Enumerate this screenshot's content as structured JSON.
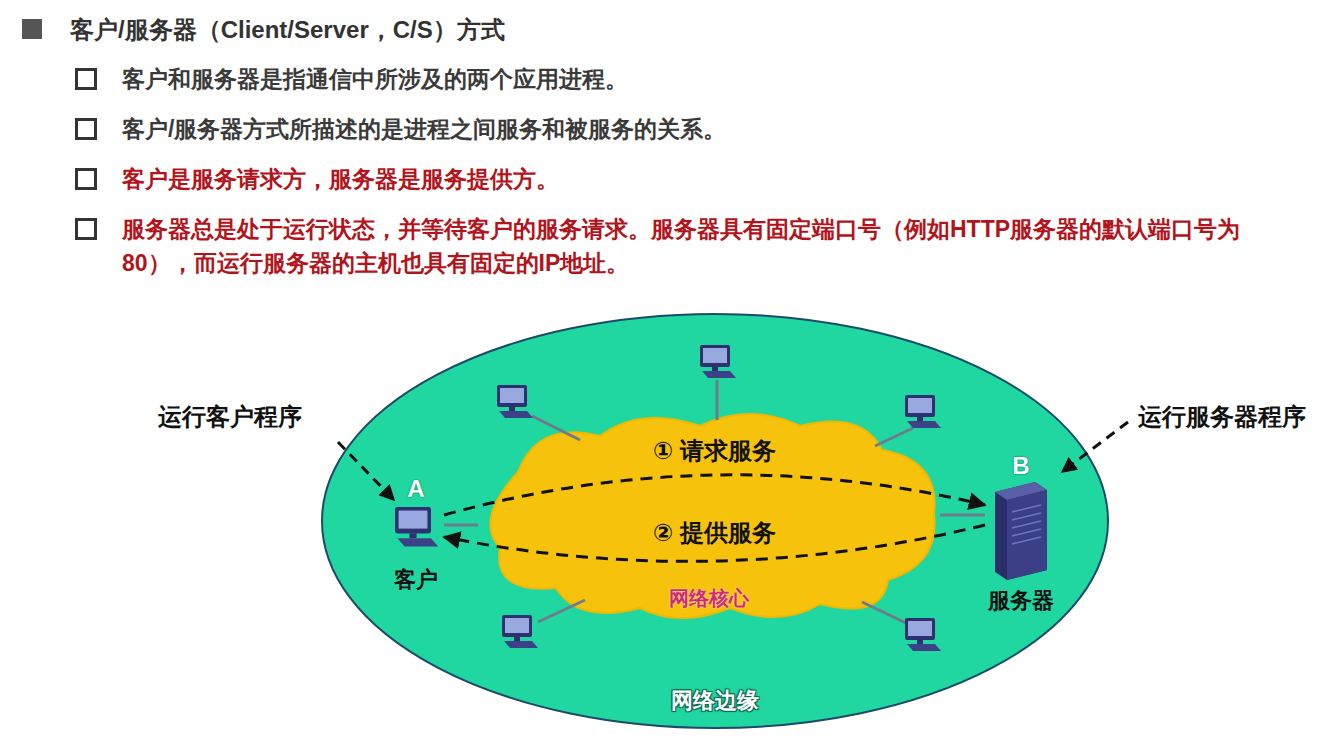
{
  "diagram": {
    "title": "客户/服务器（Client/Server，C/S）方式",
    "nodes": [
      {
        "text": [
          "网络边缘"
        ]
      },
      {
        "text": [
          "网络核心"
        ],
        "in": 0
      },
      {
        "text": [
          "A",
          "客户"
        ],
        "in": 0
      },
      {
        "text": [
          "B",
          "服务器"
        ],
        "in": 0
      }
    ],
    "edges": [
      {
        "from": 2,
        "to": 3,
        "label": "① 请求服务",
        "arrow": "to"
      },
      {
        "from": 3,
        "to": 2,
        "label": "② 提供服务",
        "arrow": "to"
      },
      {
        "from": 2,
        "to": 1,
        "arrow": "none"
      },
      {
        "from": 3,
        "to": 1,
        "arrow": "none"
      }
    ],
    "labels": [
      "客户和服务器是指通信中所涉及的两个应用进程。",
      "客户/服务器方式所描述的是进程之间服务和被服务的关系。",
      "客户是服务请求方，服务器是服务提供方。",
      "服务器总是处于运行状态，并等待客户的服务请求。服务器具有固定端口号（例如HTTP服务器的默认端口号为80），而运行服务器的主机也具有固定的IP地址。",
      "运行客户程序",
      "运行服务器程序"
    ]
  }
}
